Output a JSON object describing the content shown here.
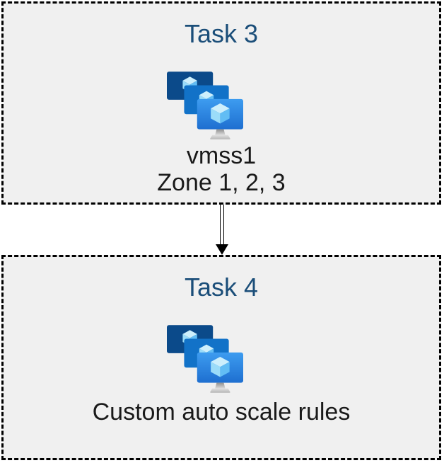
{
  "page": {
    "background": "#ffffff",
    "type": "two-task flow diagram"
  },
  "boxes": [
    {
      "title": "Task 3",
      "icon": "vm-scale-sets-icon",
      "lines": [
        "vmss1",
        "Zone 1, 2, 3"
      ]
    },
    {
      "title": "Task 4",
      "icon": "vm-scale-sets-icon",
      "lines": [
        "Custom auto scale rules"
      ]
    }
  ],
  "connector": {
    "type": "double-line-arrow",
    "direction": "down",
    "from": "Task 3 box",
    "to": "Task 4 box"
  },
  "colors": {
    "box_background": "#f0f0f0",
    "box_border": "#000000",
    "title_text": "#1b4e79",
    "body_text": "#1a1a1a",
    "arrow": "#000000",
    "icon_monitor_back": "#0b4a8a",
    "icon_monitor_middle": "#1272c8",
    "icon_monitor_front_top": "#3d9cf0",
    "icon_monitor_front_bottom": "#1e6fd0",
    "icon_cube_top": "#cdeffc",
    "icon_cube_left": "#9bdcf9",
    "icon_cube_right": "#62bdf4",
    "icon_stand": "#c2c2c2"
  }
}
